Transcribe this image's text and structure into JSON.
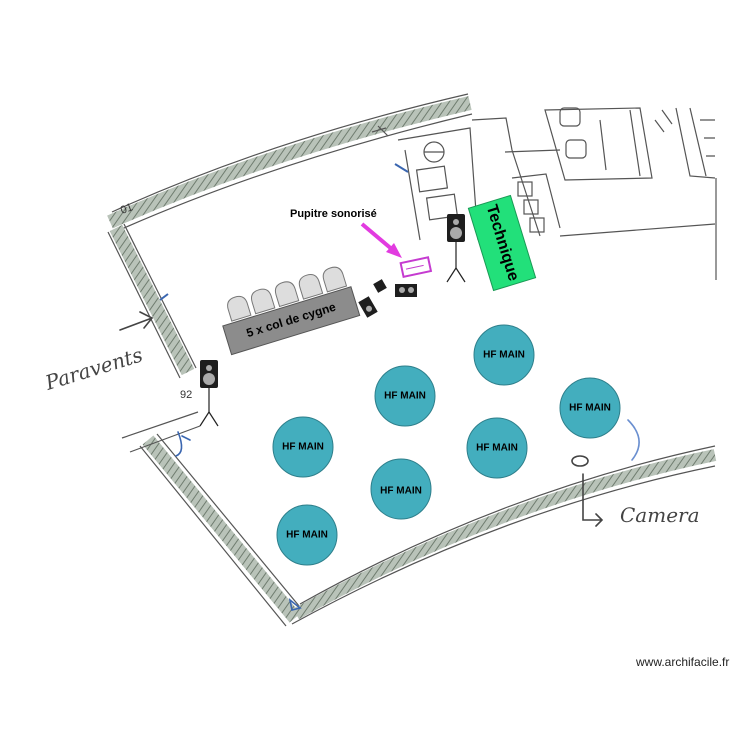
{
  "labels": {
    "pupitre": "Pupitre sonorisé",
    "technique": "Technique",
    "col_de_cygne": "5 x col de cygne",
    "paravents": "Paravents",
    "camera": "Camera",
    "credit": "www.archifacile.fr",
    "wall_mark_top": "01",
    "wall_mark_left": "92"
  },
  "tables": [
    {
      "label": "HF MAIN"
    },
    {
      "label": "HF MAIN"
    },
    {
      "label": "HF MAIN"
    },
    {
      "label": "HF MAIN"
    },
    {
      "label": "HF MAIN"
    },
    {
      "label": "HF MAIN"
    },
    {
      "label": "HF MAIN"
    }
  ],
  "colors": {
    "table_fill": "#43aebe",
    "technique_fill": "#22e07a",
    "desk_bar": "#8c8c8c",
    "arrow": "#e23be0",
    "wall_hatch": "#8a9a8a",
    "sketch": "#444444",
    "speaker": "#222222"
  },
  "icons": [
    "speaker-icon",
    "microphone-icon",
    "camera-icon",
    "arrow-icon"
  ]
}
